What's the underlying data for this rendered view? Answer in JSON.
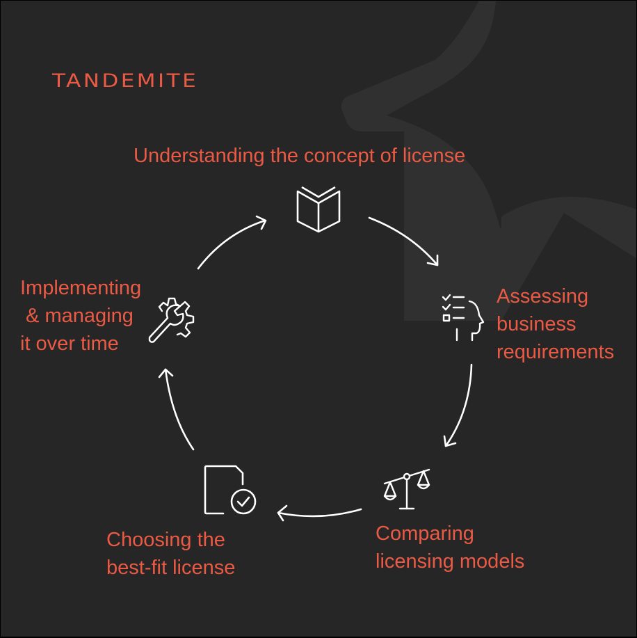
{
  "brand": {
    "logo_text": "TANDEMITE",
    "accent_color": "#ea5a44",
    "background_color": "#262626",
    "shape_color": "#303030"
  },
  "cycle": {
    "steps": [
      {
        "id": "understanding",
        "icon": "open-book-icon",
        "lines": [
          "Understanding the concept of license"
        ]
      },
      {
        "id": "assessing",
        "icon": "checklist-head-icon",
        "lines": [
          "Assessing",
          "business",
          "requirements"
        ]
      },
      {
        "id": "comparing",
        "icon": "balance-scale-icon",
        "lines": [
          "Comparing",
          "licensing models"
        ]
      },
      {
        "id": "choosing",
        "icon": "document-check-icon",
        "lines": [
          "Choosing the",
          "best-fit license"
        ]
      },
      {
        "id": "implementing",
        "icon": "wrench-gear-icon",
        "lines": [
          "Implementing",
          " & managing",
          "it over time"
        ]
      }
    ],
    "arrows": [
      "understanding-to-assessing",
      "assessing-to-comparing",
      "comparing-to-choosing",
      "choosing-to-implementing",
      "implementing-to-understanding"
    ]
  }
}
